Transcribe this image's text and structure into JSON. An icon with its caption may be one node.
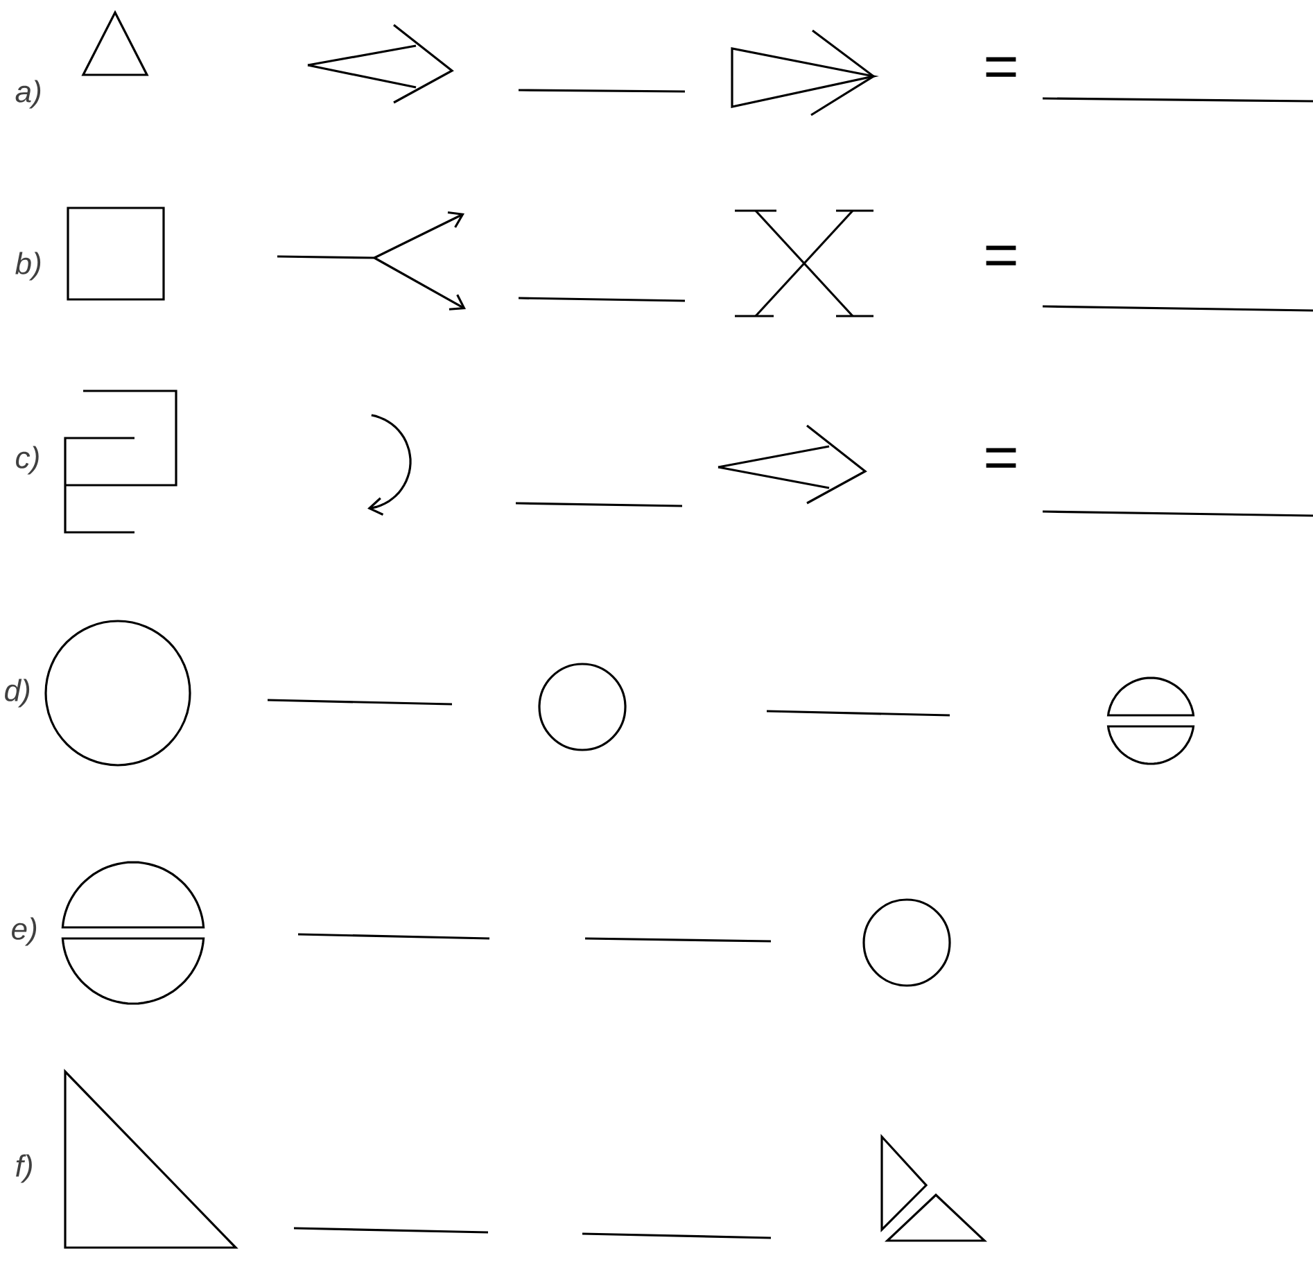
{
  "diagram": {
    "labels": [
      "a)",
      "=",
      "b)",
      "=",
      "c)",
      "=",
      "d)",
      "e)",
      "f)"
    ]
  }
}
